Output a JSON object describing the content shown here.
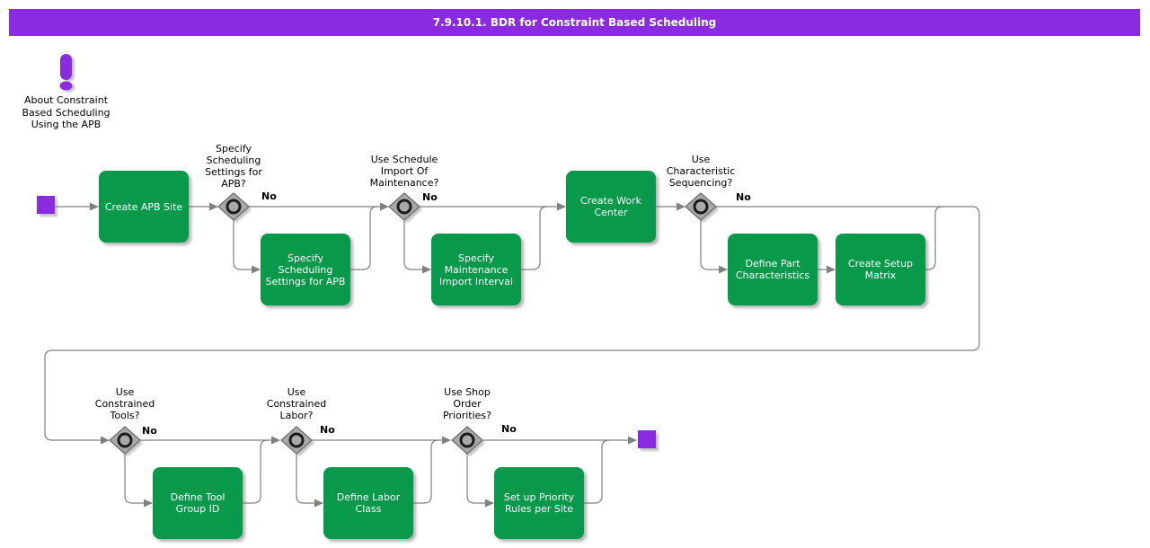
{
  "title_bar": {
    "title": "7.9.10.1. BDR for Constraint Based Scheduling"
  },
  "note": {
    "label": "About Constraint\nBased Scheduling\nUsing the APB"
  },
  "tasks": {
    "create_apb_site": {
      "label": "Create APB Site"
    },
    "specify_scheduling_settings": {
      "label": "Specify\nScheduling\nSettings for APB"
    },
    "specify_maintenance_import_interval": {
      "label": "Specify\nMaintenance\nImport Interval"
    },
    "create_work_center": {
      "label": "Create Work\nCenter"
    },
    "define_part_characteristics": {
      "label": "Define Part\nCharacteristics"
    },
    "create_setup_matrix": {
      "label": "Create Setup\nMatrix"
    },
    "define_tool_group_id": {
      "label": "Define Tool\nGroup ID"
    },
    "define_labor_class": {
      "label": "Define Labor\nClass"
    },
    "set_up_priority_rules": {
      "label": "Set up Priority\nRules per Site"
    }
  },
  "decisions": {
    "specify_scheduling_settings_for_apb": {
      "question": "Specify\nScheduling\nSettings for\nAPB?",
      "branch_label": "No"
    },
    "use_schedule_import_of_maintenance": {
      "question": "Use Schedule\nImport Of\nMaintenance?",
      "branch_label": "No"
    },
    "use_characteristic_sequencing": {
      "question": "Use\nCharacteristic\nSequencing?",
      "branch_label": "No"
    },
    "use_constrained_tools": {
      "question": "Use\nConstrained\nTools?",
      "branch_label": "No"
    },
    "use_constrained_labor": {
      "question": "Use\nConstrained\nLabor?",
      "branch_label": "No"
    },
    "use_shop_order_priorities": {
      "question": "Use Shop\nOrder\nPriorities?",
      "branch_label": "No"
    }
  },
  "colors": {
    "title_bar_purple": "#8A2BE2",
    "task_green": "#089A4A",
    "connector_gray": "#808080",
    "decision_gray": "#A9A9A9"
  }
}
